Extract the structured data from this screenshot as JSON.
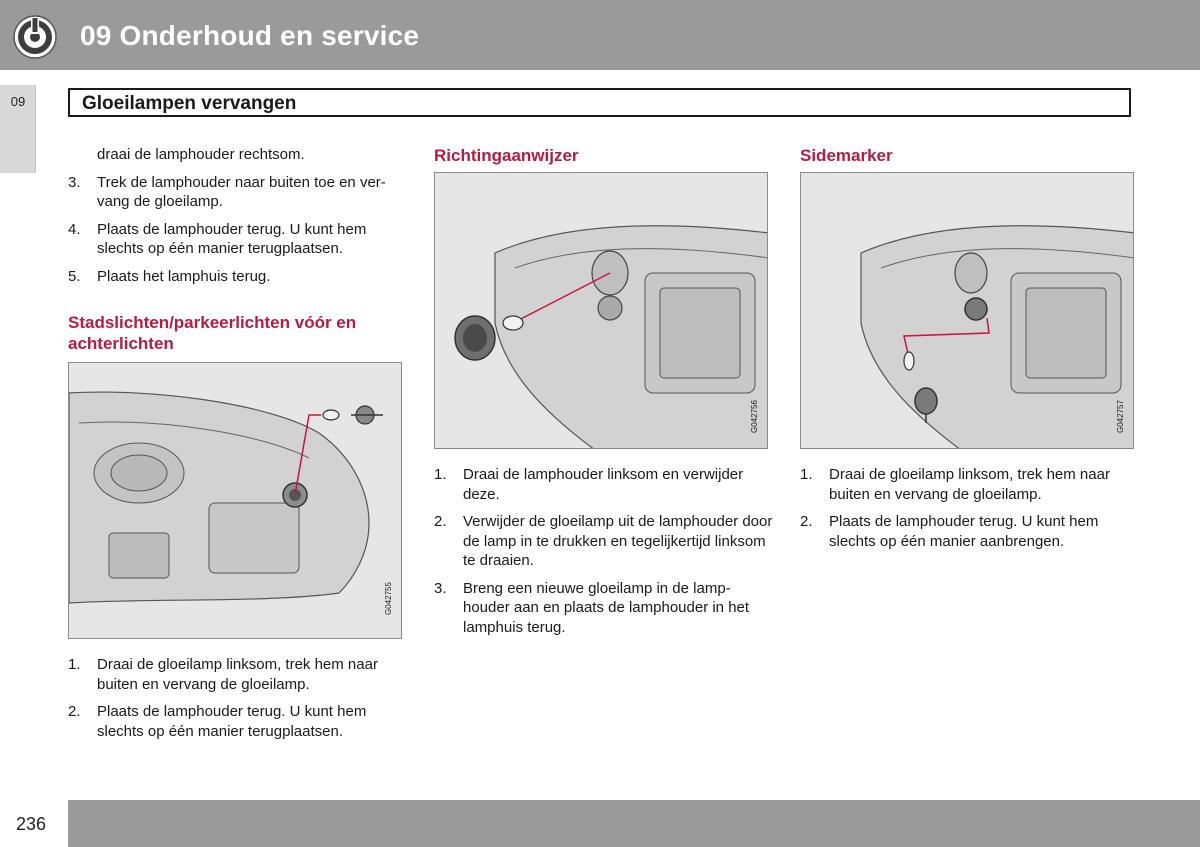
{
  "header": {
    "chapter_title": "09 Onderhoud en service",
    "icon": "wrench-gear-icon"
  },
  "side_tab": {
    "label": "09"
  },
  "section": {
    "title": "Gloeilampen vervangen"
  },
  "column1": {
    "continuation": "draai de lamphouder rechtsom.",
    "steps": [
      {
        "num": "3.",
        "text": "Trek de lamphouder naar buiten toe en ver-vang de gloeilamp."
      },
      {
        "num": "4.",
        "text": "Plaats de lamphouder terug. U kunt hem slechts op één manier terugplaatsen."
      },
      {
        "num": "5.",
        "text": "Plaats het lamphuis terug."
      }
    ],
    "subheading": "Stadslichten/parkeerlichten vóór en achterlichten",
    "figure_code": "G042755",
    "steps2": [
      {
        "num": "1.",
        "text": "Draai de gloeilamp linksom, trek hem naar buiten en vervang de gloeilamp."
      },
      {
        "num": "2.",
        "text": "Plaats de lamphouder terug. U kunt hem slechts op één manier terugplaatsen."
      }
    ]
  },
  "column2": {
    "heading": "Richtingaanwijzer",
    "figure_code": "G042756",
    "steps": [
      {
        "num": "1.",
        "text": "Draai de lamphouder linksom en verwijder deze."
      },
      {
        "num": "2.",
        "text": "Verwijder de gloeilamp uit de lamphouder door de lamp in te drukken en tegelijkertijd linksom te draaien."
      },
      {
        "num": "3.",
        "text": "Breng een nieuwe gloeilamp in de lamp-houder aan en plaats de lamphouder in het lamphuis terug."
      }
    ]
  },
  "column3": {
    "heading": "Sidemarker",
    "figure_code": "G042757",
    "steps": [
      {
        "num": "1.",
        "text": "Draai de gloeilamp linksom, trek hem naar buiten en vervang de gloeilamp."
      },
      {
        "num": "2.",
        "text": "Plaats de lamphouder terug. U kunt hem slechts op één manier aanbrengen."
      }
    ]
  },
  "footer": {
    "page_number": "236"
  },
  "colors": {
    "header_bar": "#9a9a9a",
    "accent_heading": "#b51c44",
    "callout_line": "#c8163c",
    "figure_bg": "#e6e6e6"
  }
}
